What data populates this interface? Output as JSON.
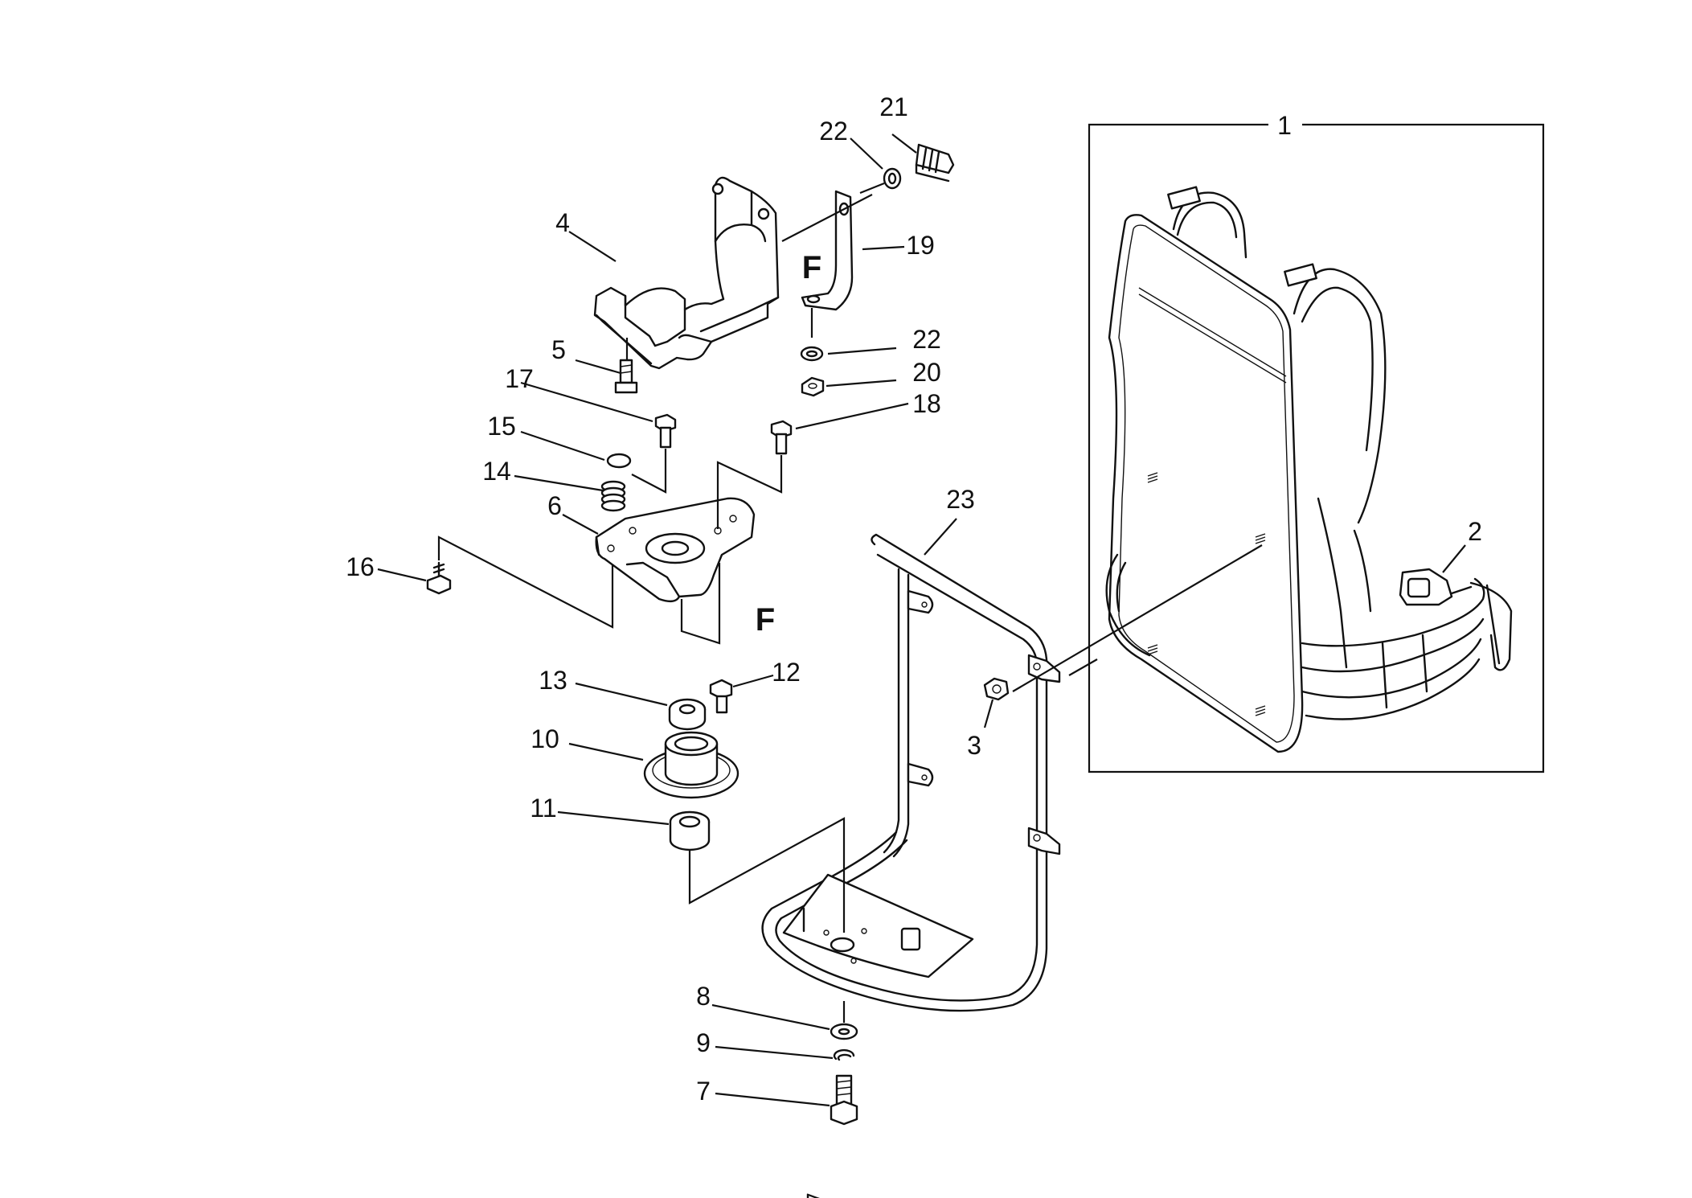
{
  "labels": {
    "p1": "1",
    "p2": "2",
    "p3": "3",
    "p4": "4",
    "p5": "5",
    "p6": "6",
    "p7": "7",
    "p8": "8",
    "p9": "9",
    "p10": "10",
    "p11": "11",
    "p12": "12",
    "p13": "13",
    "p14": "14",
    "p15": "15",
    "p16": "16",
    "p17": "17",
    "p18": "18",
    "p19": "19",
    "p20": "20",
    "p21": "21",
    "p22a": "22",
    "p22b": "22",
    "p23": "23",
    "f_top": "F",
    "f_bottom": "F"
  }
}
